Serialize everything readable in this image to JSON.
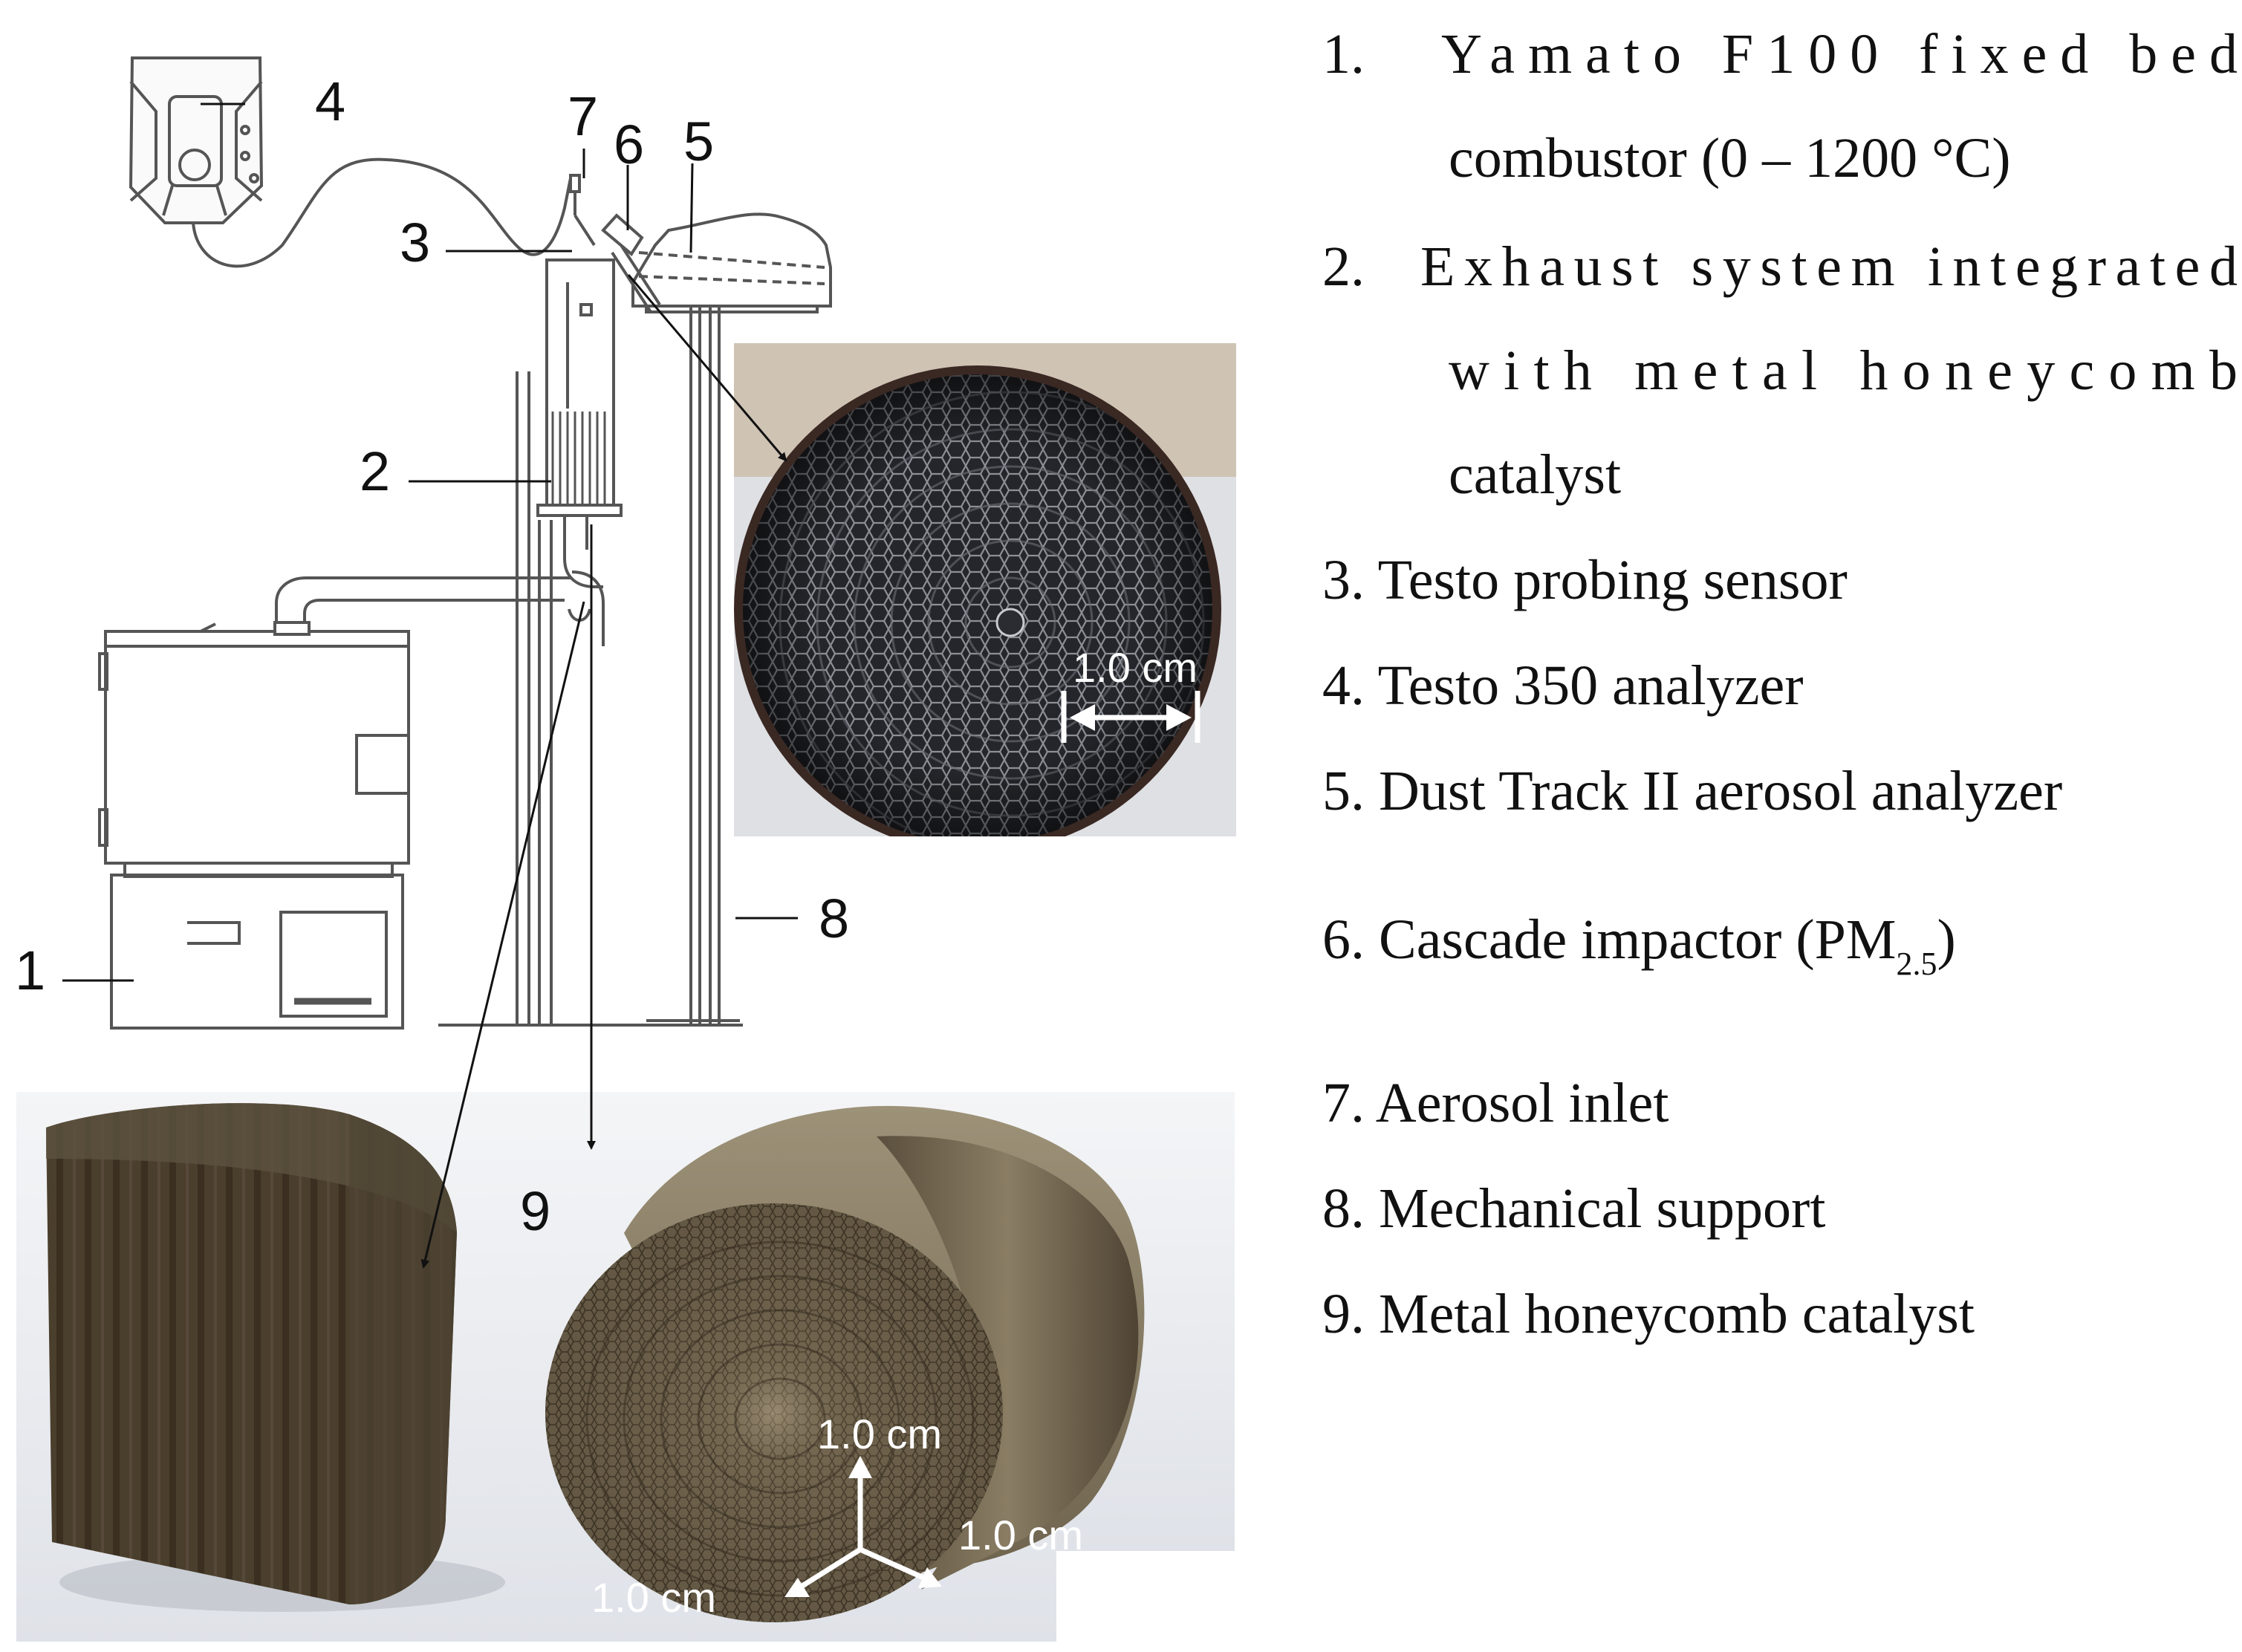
{
  "callouts": [
    "1",
    "2",
    "3",
    "4",
    "5",
    "6",
    "7",
    "8",
    "9"
  ],
  "scale_labels": {
    "photo": "1.0 cm",
    "render_vertical": "1.0 cm",
    "render_right": "1.0 cm",
    "render_left": "1.0 cm"
  },
  "legend": [
    {
      "number": "1.",
      "line1": "Yamato F100 fixed bed",
      "line2": "combustor (0 – 1200 °C)"
    },
    {
      "number": "2.",
      "line1": "Exhaust system integrated",
      "line2": "with metal honeycomb",
      "line3": "catalyst"
    },
    {
      "text": "3. Testo probing sensor"
    },
    {
      "text": "4. Testo 350 analyzer"
    },
    {
      "text": "5. Dust Track II aerosol analyzer"
    },
    {
      "text_main": "6. Cascade impactor (PM",
      "sub": "2.5",
      "text_end": ")"
    },
    {
      "text": "7. Aerosol inlet"
    },
    {
      "text": "8. Mechanical support"
    },
    {
      "text": "9. Metal honeycomb catalyst"
    }
  ],
  "colors": {
    "line_art": "#555555",
    "honeycomb_photo_bg": "#2a2b31",
    "honeycomb_render": "#6e624d",
    "honeycomb_dark": "#3c3224",
    "arrow": "#111111"
  }
}
